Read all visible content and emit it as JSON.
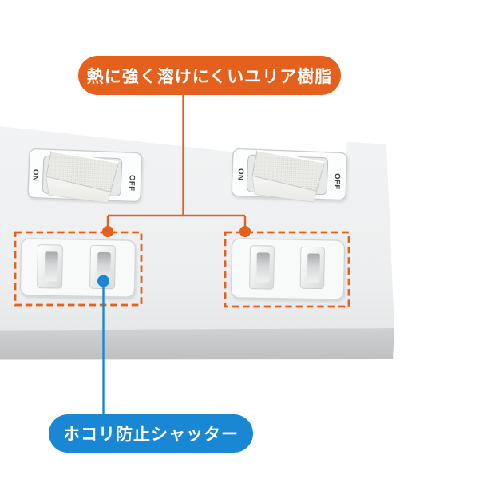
{
  "callouts": {
    "heat_resistant": {
      "label": "熱に強く溶けにくいユリア樹脂",
      "color": "#e4601c"
    },
    "dust_shutter": {
      "label": "ホコリ防止シャッター",
      "color": "#1987d3"
    }
  },
  "device": {
    "type": "power-strip",
    "switches": [
      {
        "id": "left",
        "on_label": "ON",
        "off_label": "OFF"
      },
      {
        "id": "right",
        "on_label": "ON",
        "off_label": "OFF"
      }
    ],
    "outlets": [
      {
        "id": "left",
        "slots": 2,
        "highlighted": true,
        "has_shutter_marker": true
      },
      {
        "id": "right",
        "slots": 2,
        "highlighted": true,
        "has_shutter_marker": false
      }
    ]
  },
  "colors": {
    "annotation_orange": "#e4601c",
    "annotation_blue": "#1987d3",
    "device_top_face": "#eef0f1",
    "device_front_edge": "#c5c7c9",
    "background": "#ffffff"
  }
}
